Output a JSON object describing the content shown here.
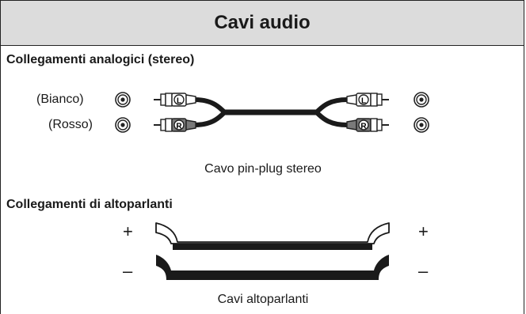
{
  "title": "Cavi audio",
  "analog": {
    "heading": "Collegamenti analogici (stereo)",
    "white_label": "(Bianco)",
    "red_label": "(Rosso)",
    "left_marker": "L",
    "right_marker": "R",
    "caption": "Cavo pin-plug stereo"
  },
  "speaker": {
    "heading": "Collegamenti di altoparlanti",
    "plus": "+",
    "minus": "–",
    "caption": "Cavi altoparlanti"
  }
}
